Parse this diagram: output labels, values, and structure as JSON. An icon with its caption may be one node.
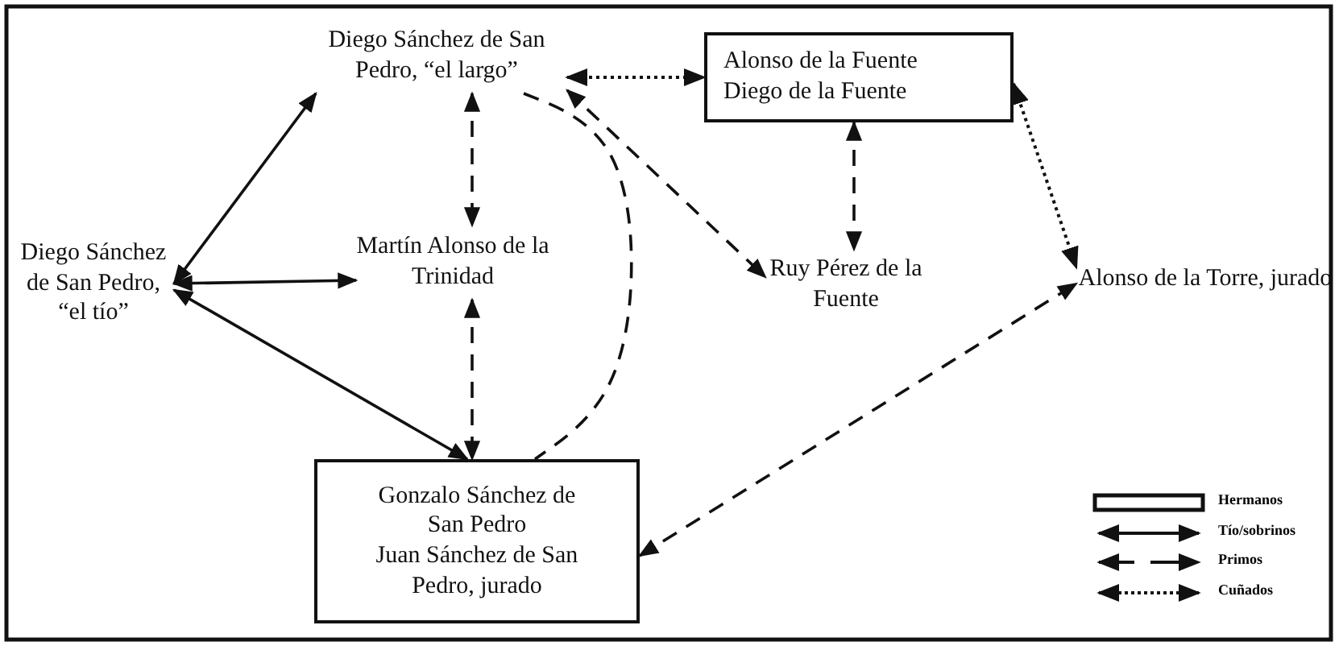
{
  "diagram": {
    "nodes": [
      {
        "text": [
          "Diego Sánchez de San Pedro, “el largo”"
        ]
      },
      {
        "text": [
          "Alonso de la Fuente",
          "Diego de la Fuente"
        ]
      },
      {
        "text": [
          "Diego Sánchez de San Pedro, “el tío”"
        ]
      },
      {
        "text": [
          "Martín Alonso de la Trinidad"
        ]
      },
      {
        "text": [
          "Ruy Pérez de la Fuente"
        ]
      },
      {
        "text": [
          "Alonso de la Torre, jurado"
        ]
      },
      {
        "text": [
          "Gonzalo Sánchez de San Pedro",
          "Juan Sánchez de San Pedro, jurado"
        ]
      }
    ],
    "edges": [
      {
        "from": 2,
        "to": 0,
        "arrow": "both"
      },
      {
        "from": 2,
        "to": 3,
        "arrow": "both"
      },
      {
        "from": 2,
        "to": 6,
        "arrow": "both"
      },
      {
        "from": 0,
        "to": 3,
        "arrow": "both",
        "style": "dashed"
      },
      {
        "from": 3,
        "to": 6,
        "arrow": "both",
        "style": "dashed"
      },
      {
        "from": 0,
        "to": 6,
        "arrow": "none",
        "style": "dashed"
      },
      {
        "from": 0,
        "to": 1,
        "arrow": "both",
        "style": "dashed"
      },
      {
        "from": 0,
        "to": 4,
        "arrow": "both",
        "style": "dashed"
      },
      {
        "from": 1,
        "to": 4,
        "arrow": "both",
        "style": "dashed"
      },
      {
        "from": 1,
        "to": 5,
        "arrow": "both",
        "style": "dashed"
      },
      {
        "from": 6,
        "to": 5,
        "arrow": "both",
        "style": "dashed"
      }
    ],
    "legend": [
      {
        "text": "Hermanos"
      },
      {
        "text": "Tío/sobrinos"
      },
      {
        "text": "Primos"
      },
      {
        "text": "Cuñados"
      }
    ]
  }
}
